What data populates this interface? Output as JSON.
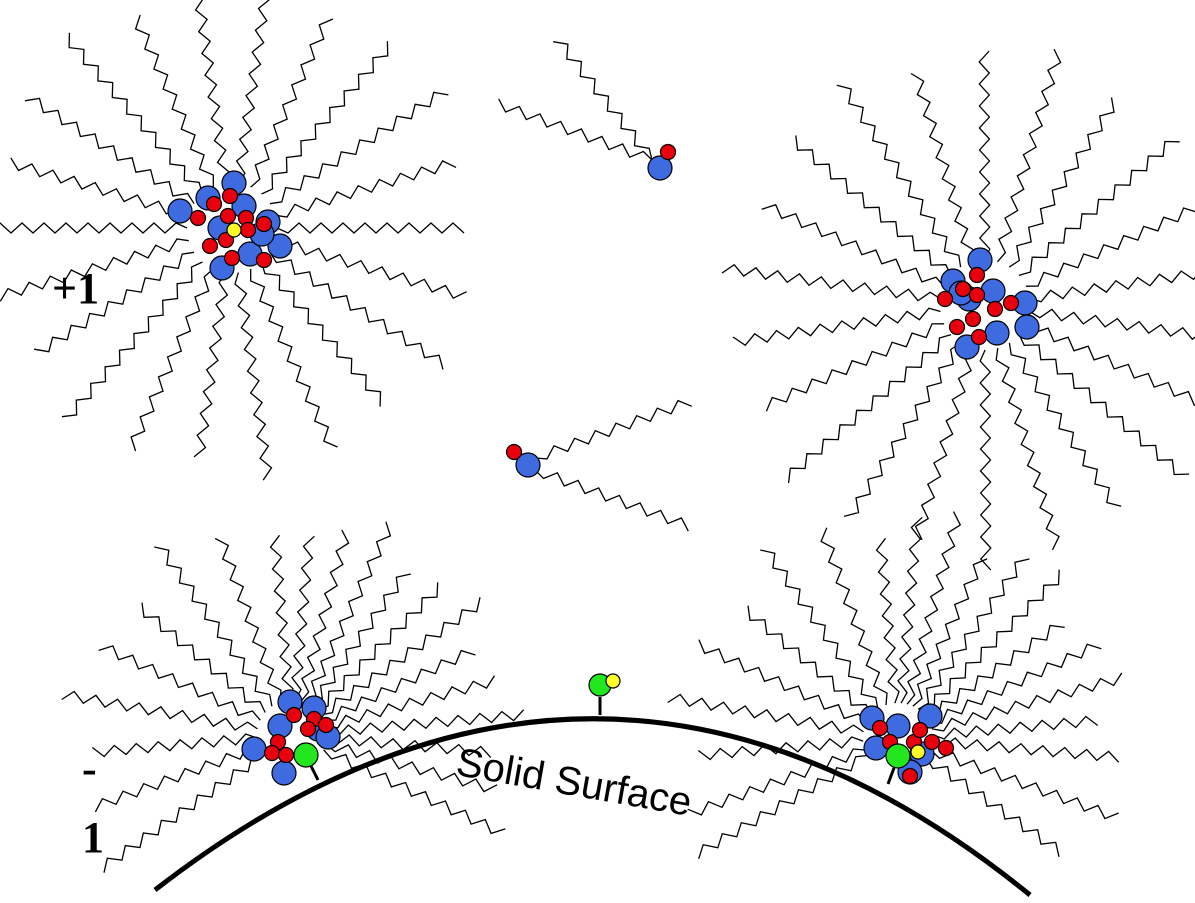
{
  "labels": {
    "plus_one": "+1",
    "minus_sign": "-",
    "minus_one": "1",
    "surface": "Solid Surface"
  },
  "colors": {
    "head_blue": "#3f6be0",
    "head_red": "#e8000f",
    "center_yellow": "#ffff2a",
    "surface_green": "#22e61e"
  },
  "elements": [
    "micelle-top-left",
    "micelle-top-right",
    "free-surfactant-top",
    "free-surfactant-middle",
    "adsorbed-aggregate-left",
    "adsorbed-aggregate-right",
    "surface-site-bare"
  ]
}
